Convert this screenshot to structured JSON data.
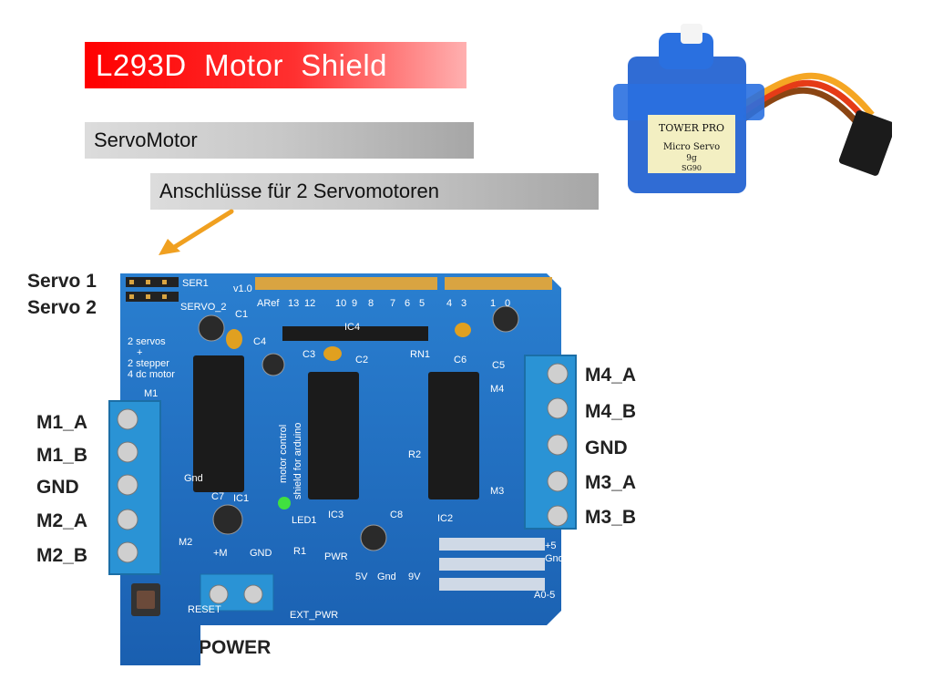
{
  "title": "L293D  Motor  Shield",
  "section": "ServoMotor",
  "note": "Anschlüsse für 2 Servomotoren",
  "servo_labels": [
    "Servo 1",
    "Servo 2"
  ],
  "left_terminals": [
    "M1_A",
    "M1_B",
    "GND",
    "M2_A",
    "M2_B"
  ],
  "right_terminals": [
    "M4_A",
    "M4_B",
    "GND",
    "M3_A",
    "M3_B"
  ],
  "power_label": "POWER",
  "board_silkscreen": {
    "ser1": "SER1",
    "servo2": "SERVO_2",
    "version": "v1.0",
    "aref": "ARef",
    "top_pins": [
      "13",
      "12",
      "10",
      "9",
      "8",
      "7",
      "6",
      "5",
      "4",
      "3",
      "1",
      "0"
    ],
    "servos_text": "2 servos",
    "plus": "+",
    "stepper_text": "2 stepper",
    "dc_text": "4 dc motor",
    "motor_control": "motor control",
    "shield_for_arduino": "shield for arduino",
    "m1": "M1",
    "m2": "M2",
    "m3": "M3",
    "m4": "M4",
    "ic1": "IC1",
    "ic2": "IC2",
    "ic3": "IC3",
    "ic4": "IC4",
    "c1": "C1",
    "c2": "C2",
    "c3": "C3",
    "c4": "C4",
    "c5": "C5",
    "c6": "C6",
    "c7": "C7",
    "c8": "C8",
    "r1": "R1",
    "r2": "R2",
    "rn1": "RN1",
    "led1": "LED1",
    "gnd": "Gnd",
    "gnd2": "GND",
    "plus_m": "+M",
    "pwr": "PWR",
    "v5": "5V",
    "gnd3": "Gnd",
    "v9": "9V",
    "reset": "RESET",
    "ext_pwr": "EXT_PWR",
    "plus5": "+5",
    "gnd4": "Gnd",
    "a05": "A0-5"
  },
  "colors": {
    "title_red": "#ff0000",
    "bar_gray": "#c8c8c8",
    "arrow": "#f0a020",
    "board_blue": "#1f6fc0",
    "terminal_blue": "#2a93d5",
    "servo_blue": "#1e5fd0"
  }
}
